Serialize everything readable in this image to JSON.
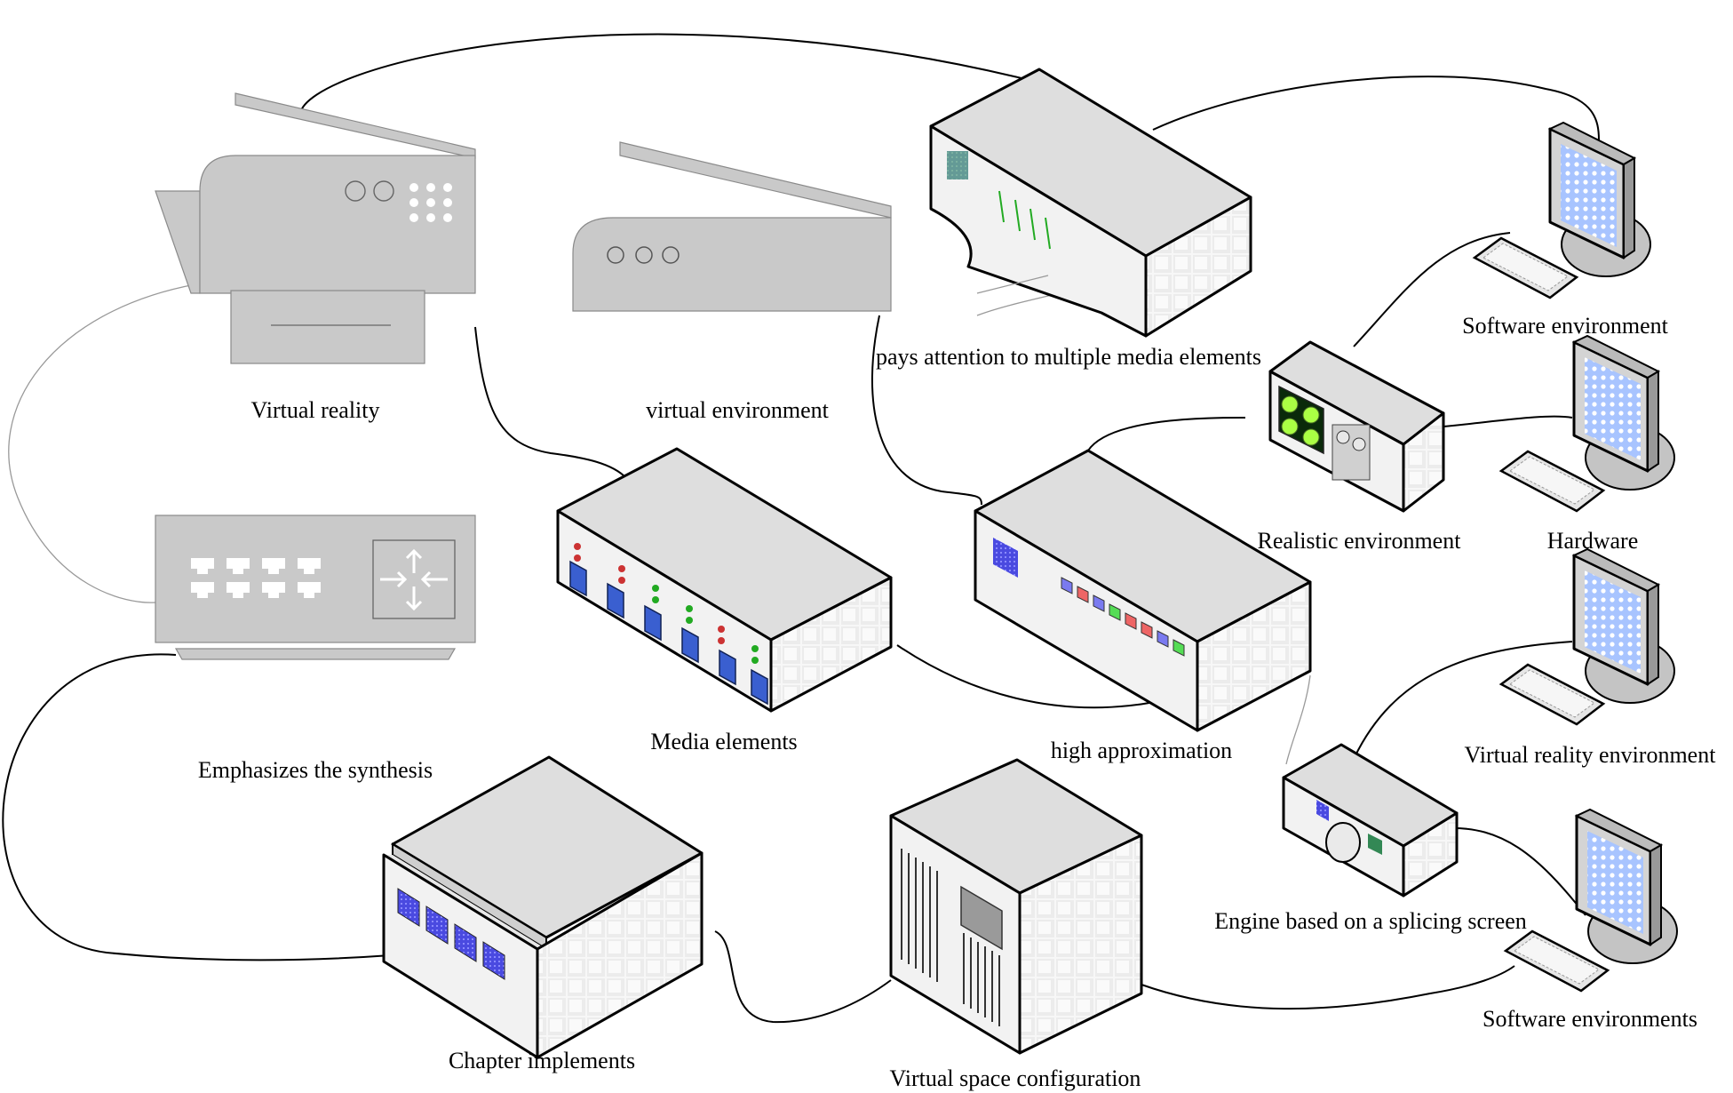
{
  "labels": {
    "virtual_reality": "Virtual reality",
    "virtual_environment": "virtual environment",
    "pays_attention": "pays attention to multiple media elements",
    "software_environment": "Software environment",
    "realistic_environment": "Realistic environment",
    "hardware": "Hardware",
    "emphasizes_synthesis": "Emphasizes the synthesis",
    "media_elements": "Media elements",
    "high_approximation": "high approximation",
    "virtual_reality_environment": "Virtual reality environment",
    "engine_splicing_screen": "Engine based on a splicing screen",
    "chapter_implements": "Chapter implements",
    "virtual_space_configuration": "Virtual space configuration",
    "software_environments": "Software environments"
  },
  "colors": {
    "device_gray": "#c9c9c9",
    "screen_blue": "#a8c4ff",
    "panel_blue": "#4a4ae0",
    "port_green": "#22aa22",
    "port_red": "#cc3333"
  },
  "icons": [
    "printer-icon",
    "scanner-icon",
    "modem-icon",
    "monitor-icon",
    "keyboard-icon",
    "radio-device-icon",
    "switch-icon",
    "hub-icon",
    "router-icon",
    "server-icon",
    "tower-server-icon",
    "projector-icon"
  ]
}
